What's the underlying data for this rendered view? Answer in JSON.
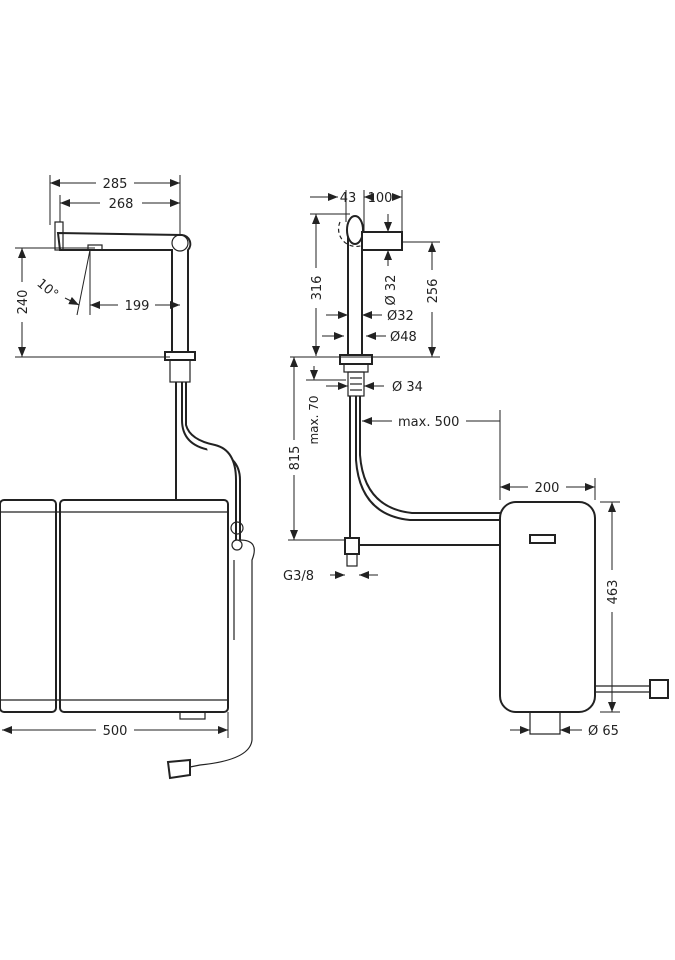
{
  "left_view": {
    "dim_285": "285",
    "dim_268": "268",
    "dim_240": "240",
    "dim_199": "199",
    "angle": "10°",
    "dim_500": "500"
  },
  "right_view": {
    "dim_43": "43",
    "dim_100": "100",
    "dim_316": "316",
    "dim_256": "256",
    "dia_spout": "Ø 32",
    "dia_32": "Ø32",
    "dia_48": "Ø48",
    "dia_34": "Ø 34",
    "dim_815": "815",
    "max_70": "max. 70",
    "max_500": "max. 500",
    "dim_200": "200",
    "thread": "G3/8",
    "dim_463": "463",
    "dia_65": "Ø 65"
  }
}
